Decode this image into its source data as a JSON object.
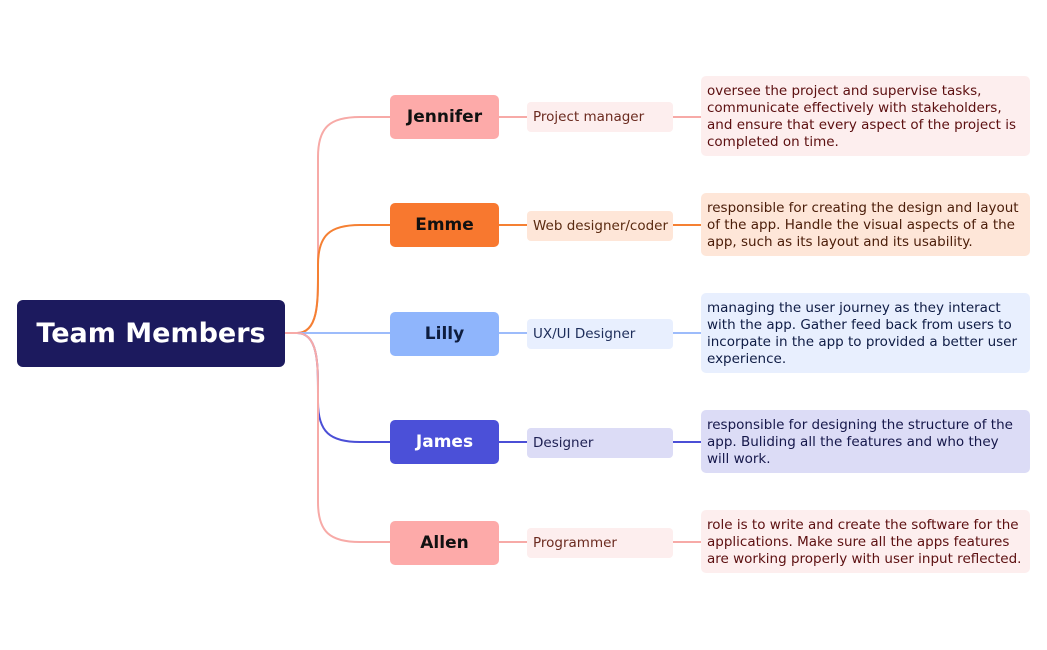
{
  "root": {
    "label": "Team Members",
    "color": "#1c1a5e"
  },
  "members": [
    {
      "name": "Jennifer",
      "role": "Project manager",
      "description": "oversee the project and supervise tasks, communicate effectively with stakeholders, and ensure that every aspect of the project is completed on time.",
      "colors": {
        "line": "#f7aaa7",
        "node": "#fdaaa9",
        "name_text": "#111111",
        "role_bg": "#fdeeee",
        "role_text": "#6b2a1f",
        "desc_bg": "#fdeeee",
        "desc_text": "#5c0f10"
      }
    },
    {
      "name": "Emme",
      "role": "Web designer/coder",
      "description": "responsible for creating the design and layout of the app. Handle the visual aspects of a the app, such as its layout and its usability.",
      "colors": {
        "line": "#f58033",
        "node": "#f8782f",
        "name_text": "#111111",
        "role_bg": "#fee6d8",
        "role_text": "#5a2a10",
        "desc_bg": "#fee6d8",
        "desc_text": "#4a1c08"
      }
    },
    {
      "name": "Lilly",
      "role": "UX/UI Designer",
      "description": "managing the user journey as they interact with the app. Gather feed back from users to incorpate in the app to provided a better user experience.",
      "colors": {
        "line": "#9dbcfb",
        "node": "#8fb5fc",
        "name_text": "#0e1d3f",
        "role_bg": "#e8effe",
        "role_text": "#1d2d5a",
        "desc_bg": "#e8effe",
        "desc_text": "#0f1c45"
      }
    },
    {
      "name": "James",
      "role": "Designer",
      "description": "responsible for designing the structure of the app. Buliding all the features and who they will work.",
      "colors": {
        "line": "#4b4fd6",
        "node": "#4b50d8",
        "name_text": "#ffffff",
        "role_bg": "#dcdcf6",
        "role_text": "#1d1f52",
        "desc_bg": "#dcdcf6",
        "desc_text": "#15174a"
      }
    },
    {
      "name": "Allen",
      "role": "Programmer",
      "description": "role is to write and create the software for the applications. Make sure all the apps features are working properly with user input reflected.",
      "colors": {
        "line": "#f7aaa7",
        "node": "#fdaaa9",
        "name_text": "#111111",
        "role_bg": "#fdeeee",
        "role_text": "#6b2a1f",
        "desc_bg": "#fdeeee",
        "desc_text": "#5c0f10"
      }
    }
  ]
}
